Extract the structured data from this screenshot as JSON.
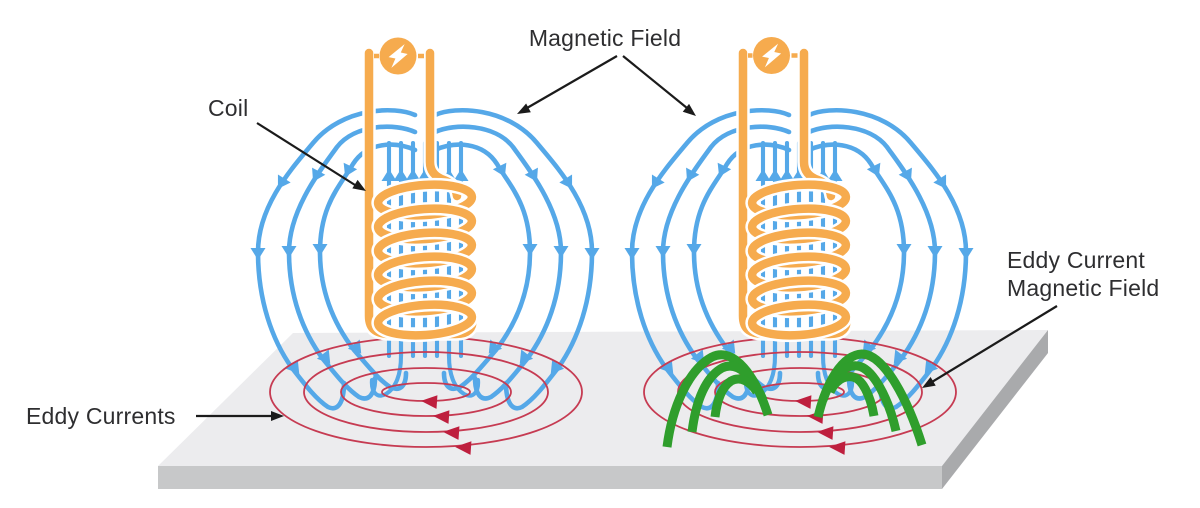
{
  "labels": {
    "magnetic_field": "Magnetic Field",
    "coil": "Coil",
    "eddy_currents": "Eddy Currents",
    "eddy_current_magnetic_field": "Eddy Current\nMagnetic Field"
  },
  "icons": {
    "lightning_left": "lightning-bolt",
    "lightning_right": "lightning-bolt"
  },
  "colors": {
    "coil_orange": "#F6AB4E",
    "field_blue": "#55A8E8",
    "eddy_red": "#C63B52",
    "eddy_red_dark": "#BE1F3E",
    "eddy_green": "#2F9E2C",
    "plate_top": "#ECECEE",
    "plate_front": "#C7C8C9",
    "plate_side": "#A9AAAC",
    "text": "#2E2E30",
    "arrow_black": "#1B1B1B"
  }
}
